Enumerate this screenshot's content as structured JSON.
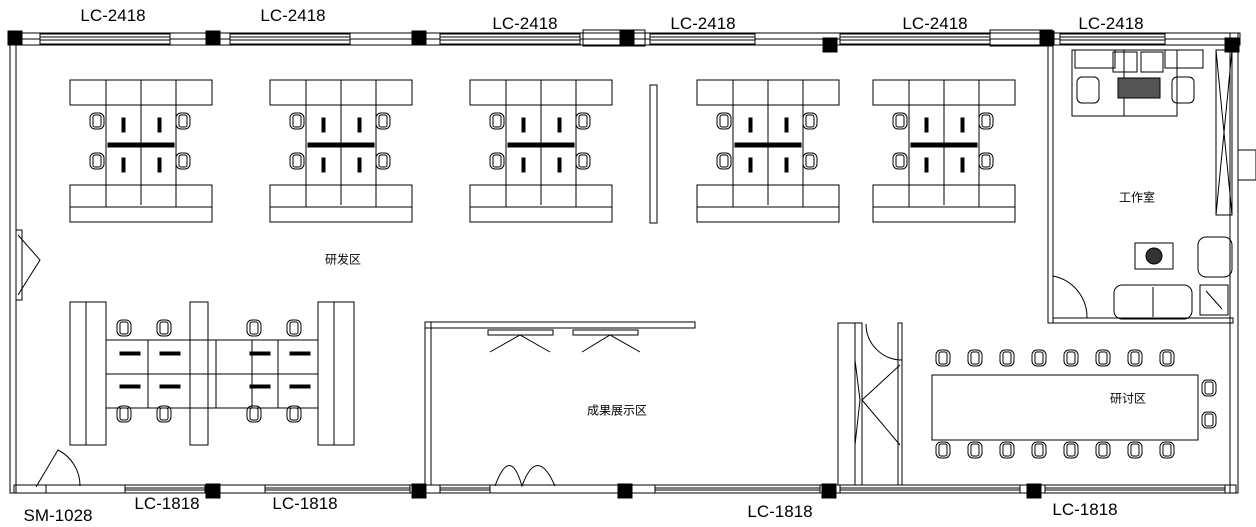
{
  "windows_top": [
    "LC-2418",
    "LC-2418",
    "LC-2418",
    "LC-2418",
    "LC-2418",
    "LC-2418"
  ],
  "windows_bottom": [
    "LC-1818",
    "LC-1818",
    "LC-1818",
    "LC-1818"
  ],
  "door_label": "SM-1028",
  "rooms": {
    "rnd": "研发区",
    "exhibit": "成果展示区",
    "studio": "工作室",
    "seminar": "研讨区"
  }
}
